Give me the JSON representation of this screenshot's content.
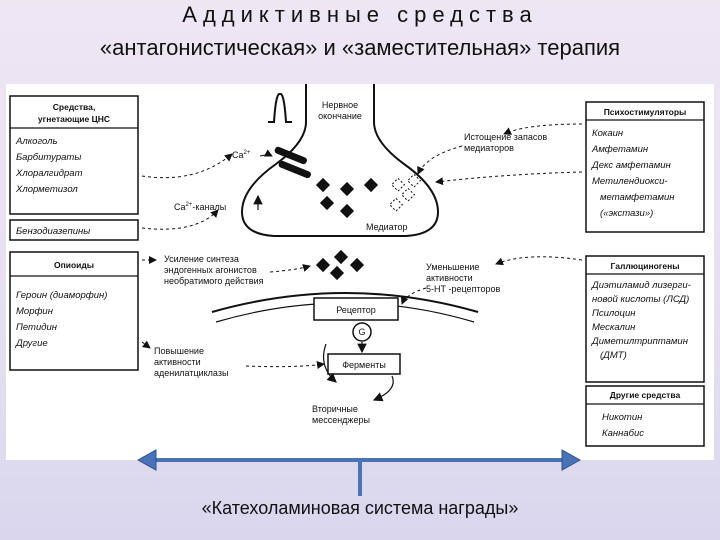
{
  "title": {
    "line1": "Аддиктивные средства",
    "line2": "«антагонистическая» и «заместительная» терапия"
  },
  "left": {
    "cns_header": [
      "Средства,",
      "угнетающие ЦНС"
    ],
    "cns_items": [
      "Алкоголь",
      "Барбитураты",
      "Хлоралгидрат",
      "Хлорметизол"
    ],
    "benzo": "Бензодиазепины",
    "opioid_header": "Опиоиды",
    "opioid_items": [
      "Героин (диаморфин)",
      "Морфин",
      "Петидин",
      "Другие"
    ]
  },
  "right": {
    "psycho_header": "Психостимуляторы",
    "psycho_items": [
      "Кокаин",
      "Амфетамин",
      "Декс амфетамин",
      "Метилендиокси-",
      "метамфетамин",
      "(«экстази»)"
    ],
    "hallu_header": "Галлюциногены",
    "hallu_items": [
      "Диэтиламид лизерги-",
      "новой кислоты (ЛСД)",
      "Псилоцин",
      "Мескалин",
      "Диметилтриптамин",
      "(ДМТ)"
    ],
    "other_header": "Другие средства",
    "other_items": [
      "Никотин",
      "Каннабис"
    ]
  },
  "center": {
    "nerve_ending": [
      "Нервное",
      "окончание"
    ],
    "ca_label": "Ca",
    "ca_sup": "2+",
    "ca_channels": "-каналы",
    "mediator": "Медиатор",
    "depletion": [
      "Истощение запасов",
      "медиаторов"
    ],
    "synthesis": [
      "Усиление синтеза",
      "эндогенных агонистов",
      "необратимого действия"
    ],
    "decrease": [
      "Уменьшение",
      "активности",
      "5-НТ -рецепторов"
    ],
    "receptor": "Рецептор",
    "g_protein": "G",
    "enzymes": "Ферменты",
    "increase": [
      "Повышение",
      "активности",
      "аденилатциклазы"
    ],
    "messengers": [
      "Вторичные",
      "мессенджеры"
    ]
  },
  "bottom": {
    "label": "«Катехоламиновая система награды»"
  },
  "colors": {
    "arrow": "#4a73b7",
    "ink": "#111111"
  }
}
